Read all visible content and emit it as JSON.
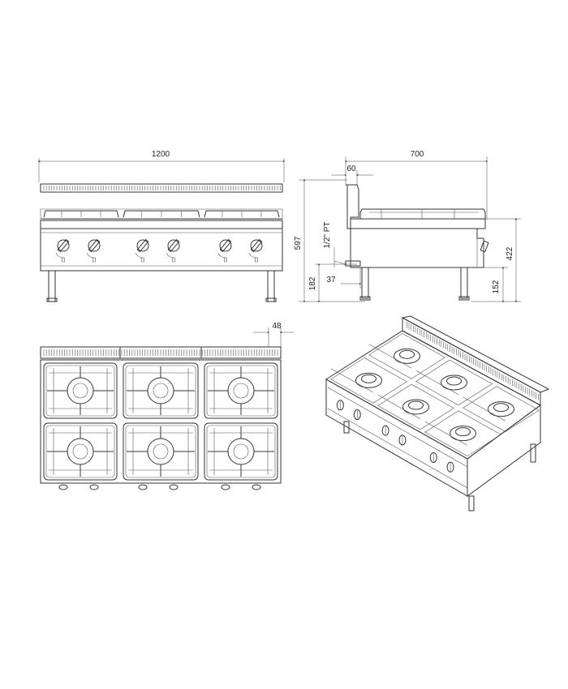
{
  "dimensions": {
    "front_width": "1200",
    "side_depth": "700",
    "side_top_offset": "60",
    "total_height": "597",
    "gas_connection": "1/2\" PT",
    "gas_offset": "37",
    "connection_height": "182",
    "side_body_height": "422",
    "leg_height": "152",
    "backsplash_depth": "48"
  },
  "colors": {
    "line": "#333333",
    "background": "#ffffff"
  }
}
